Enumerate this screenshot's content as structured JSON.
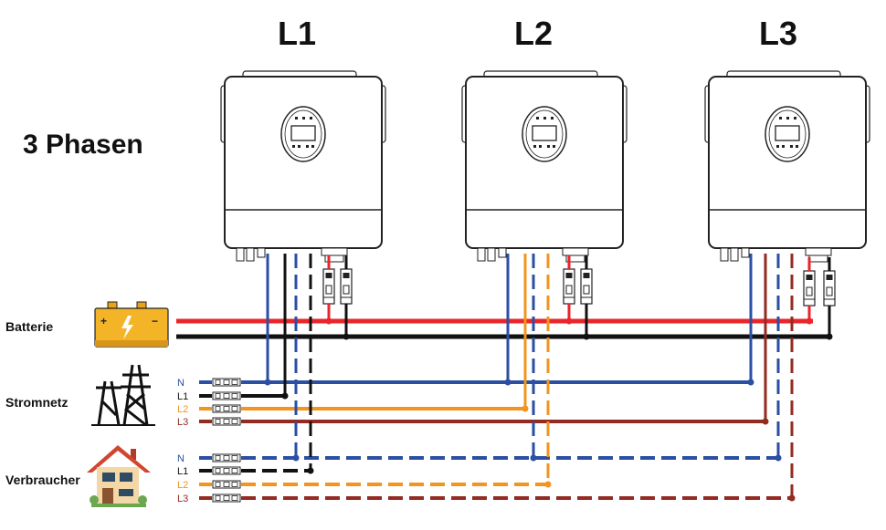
{
  "title": "3 Phasen",
  "phases": [
    {
      "label": "L1"
    },
    {
      "label": "L2"
    },
    {
      "label": "L3"
    }
  ],
  "sections": {
    "battery": "Batterie",
    "grid": "Stromnetz",
    "loads": "Verbraucher"
  },
  "line_labels": {
    "n": "N",
    "l1": "L1",
    "l2": "L2",
    "l3": "L3"
  },
  "colors": {
    "n": "#2a4fa3",
    "l1": "#111111",
    "l2": "#f2941f",
    "l3": "#922b21",
    "battery_plus": "#e8262b",
    "battery_minus": "#111111"
  }
}
